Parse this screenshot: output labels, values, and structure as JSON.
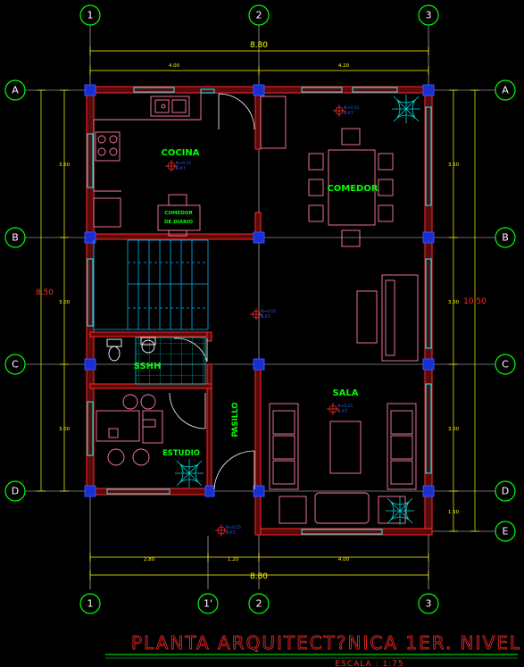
{
  "grid": {
    "columns": [
      "1",
      "2",
      "3"
    ],
    "bottom_columns": [
      "1",
      "1'",
      "2",
      "3"
    ],
    "rows_left": [
      "A",
      "B",
      "C",
      "D"
    ],
    "rows_right": [
      "A",
      "B",
      "C",
      "D",
      "E"
    ]
  },
  "dimensions": {
    "top_total": "8.80",
    "top_left": "4.00",
    "top_right": "4.20",
    "bottom_left": "2.80",
    "bottom_mid": "1.20",
    "bottom_right": "4.00",
    "bottom_total": "8.80",
    "left_total": "8.50",
    "left_1": "3.60",
    "left_2": "3.00",
    "left_3": "3.00",
    "right_total": "10.50",
    "right_1": "3.50",
    "right_2": "3.00",
    "right_3": "3.00",
    "right_4": "1.50"
  },
  "rooms": {
    "cocina": "COCINA",
    "comedor": "COMEDOR",
    "comedor_diario_1": "COMEDOR",
    "comedor_diario_2": "DE DIARIO",
    "sshh": "SSHH",
    "sala": "SALA",
    "estudio": "ESTUDIO",
    "pasillo": "PASILLO"
  },
  "levels": {
    "main": "N+0.15",
    "sub": "N.P.T."
  },
  "title": "PLANTA ARQUITECT?NICA 1ER. NIVEL",
  "scale": "ESCALA  :  1:75",
  "colors": {
    "wall": "#ff2a2a",
    "wall_fill": "#7f1010",
    "furniture": "#ff7f9f",
    "window": "#00ffff",
    "column": "#1a2fd0",
    "axis_bubble": "#00ff00",
    "dimension": "#ffff00",
    "room_label": "#00ff00",
    "title": "#ff2a2a"
  }
}
